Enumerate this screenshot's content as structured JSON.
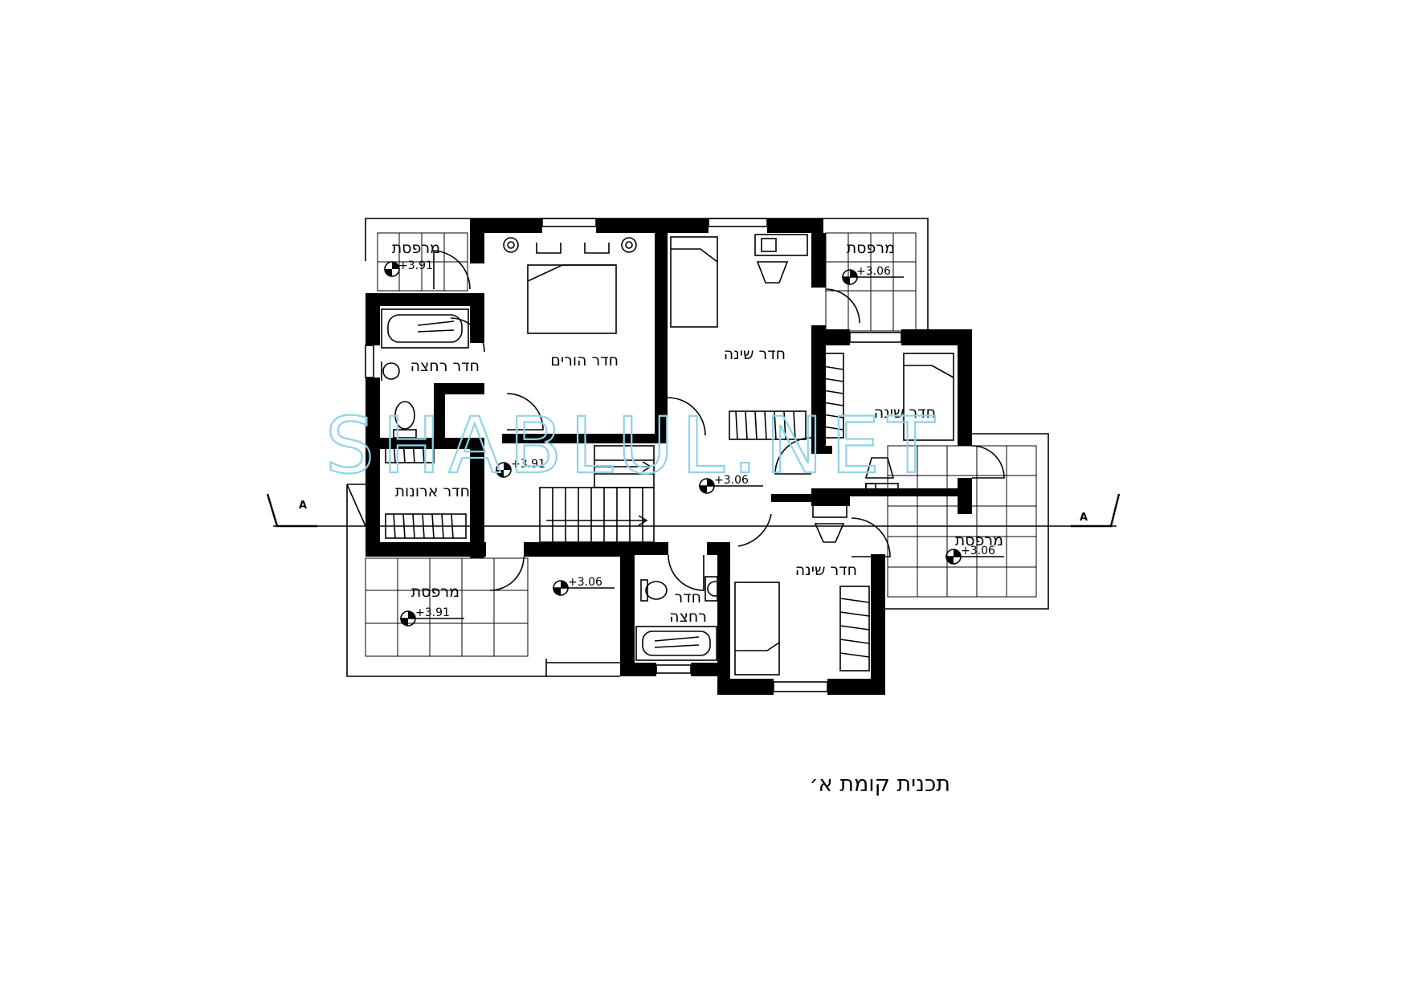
{
  "title": "תכנית קומת א׳",
  "watermark": "SHABLUL.NET",
  "section_marks": {
    "left": "A",
    "right": "A"
  },
  "rooms": {
    "balcony_top_left": "מרפסת",
    "balcony_top_right": "מרפסת",
    "balcony_right": "מרפסת",
    "balcony_bottom_left": "מרפסת",
    "master_bedroom": "חדר הורים",
    "bedroom_top": "חדר שינה",
    "bedroom_right": "חדר שינה",
    "bedroom_bottom": "חדר שינה",
    "bathroom_left": "חדר רחצה",
    "bathroom_bottom_line1": "חדר",
    "bathroom_bottom_line2": "רחצה",
    "closet_room": "חדר ארונות"
  },
  "levels": {
    "balcony_top_left": "+3.91",
    "balcony_top_right": "+3.06",
    "balcony_right": "+3.06",
    "balcony_bottom_left": "+3.91",
    "hall_left": "+3.91",
    "hall_center": "+3.06",
    "storage_bottom": "+3.06"
  }
}
